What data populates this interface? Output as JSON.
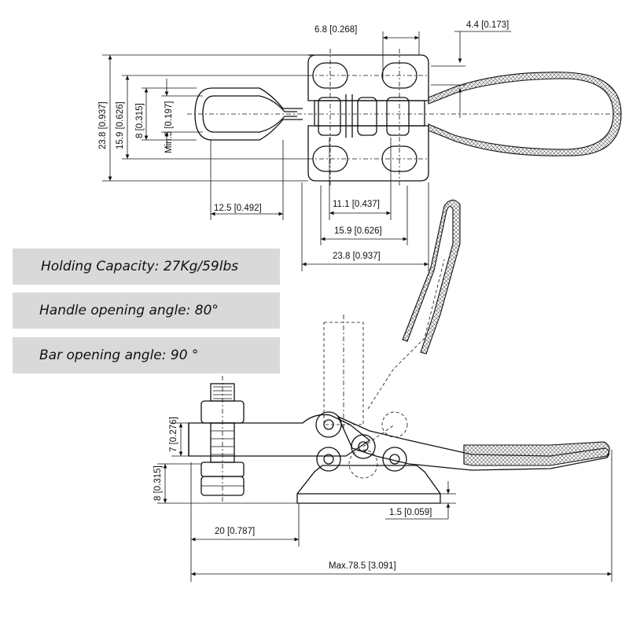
{
  "specs": {
    "holding_capacity": "Holding Capacity: 27Kg/59lbs",
    "handle_angle": "Handle opening angle: 80°",
    "bar_angle": "Bar opening angle: 90 °"
  },
  "dimensions": {
    "d_6_8": "6.8 [0.268]",
    "d_4_4": "4.4 [0.173]",
    "d_23_8_v": "23.8 [0.937]",
    "d_15_9_v": "15.9 [0.626]",
    "d_8_v": "8 [0.315]",
    "d_min5": "Min.5 [0.197]",
    "d_12_5": "12.5 [0.492]",
    "d_11_1": "11.1 [0.437]",
    "d_15_9_h": "15.9 [0.626]",
    "d_23_8_h": "23.8 [0.937]",
    "d_7": "7 [0.276]",
    "d_8_side": "8 [0.315]",
    "d_20": "20 [0.787]",
    "d_1_5": "1.5 [0.059]",
    "d_max": "Max.78.5 [3.091]"
  }
}
